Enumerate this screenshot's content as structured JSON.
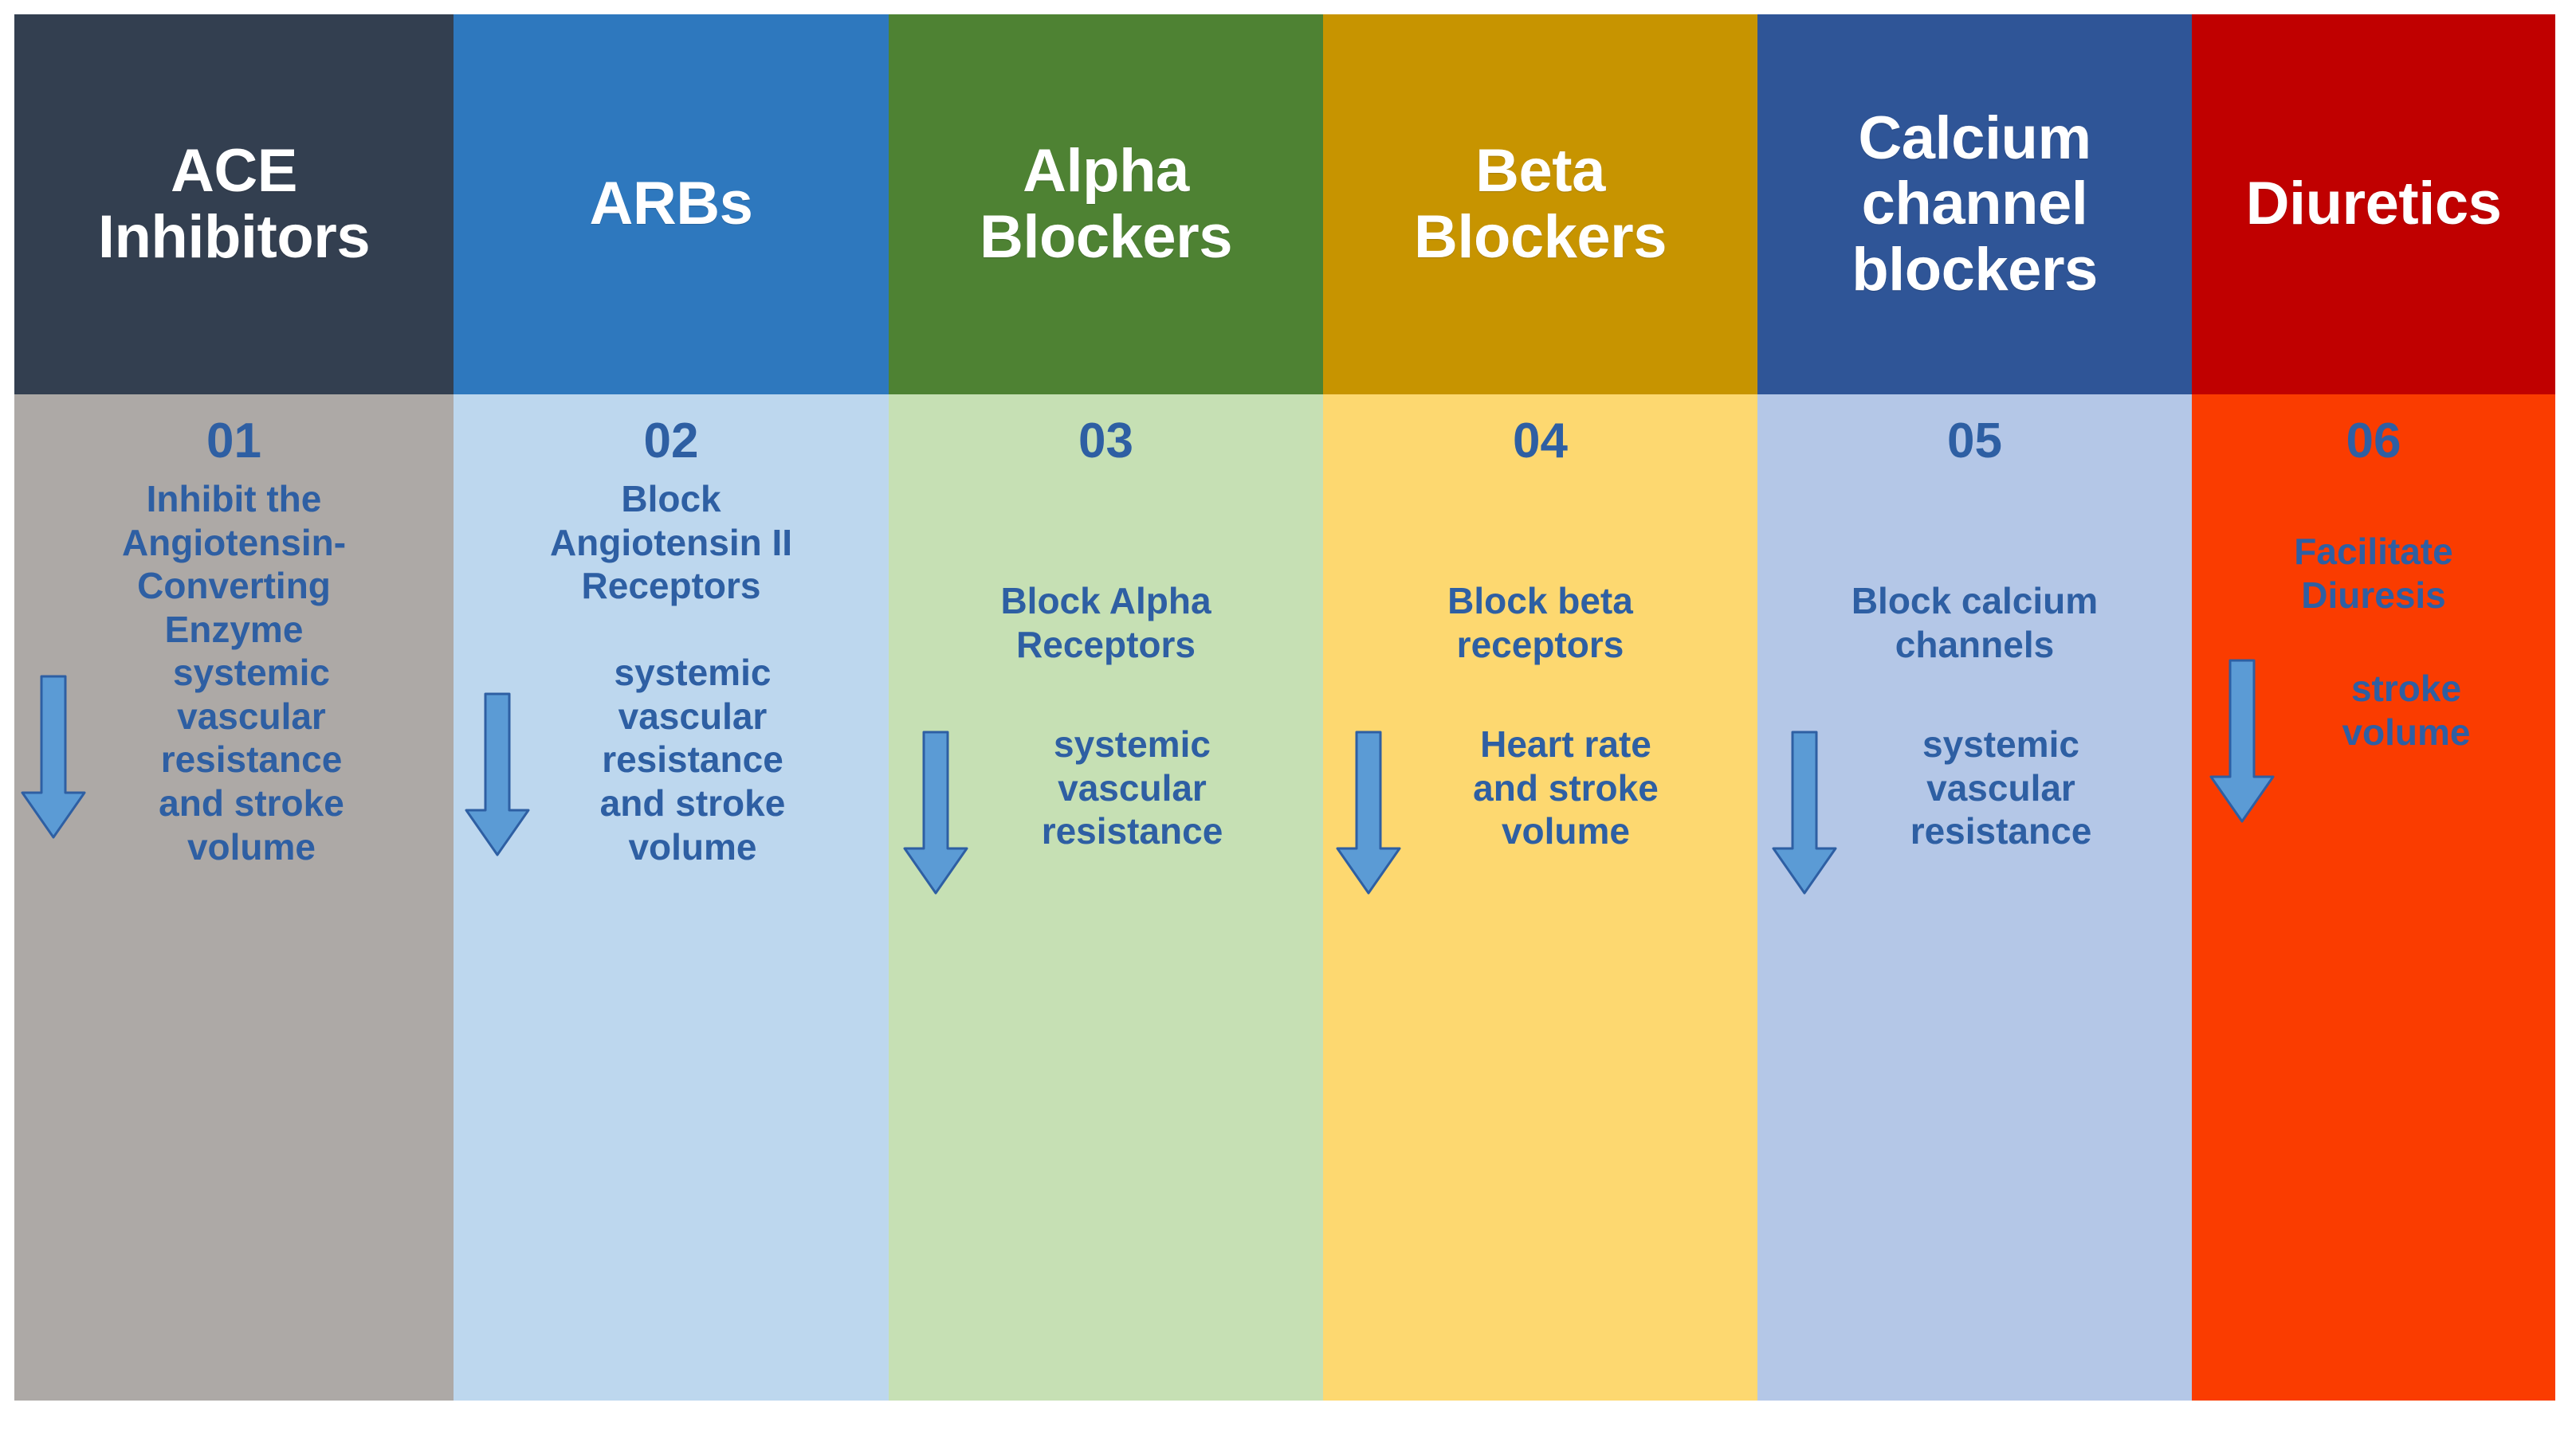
{
  "title": "Antihypertensive Drug Classes",
  "colors": {
    "text_blue": "#2E5FA3",
    "header_text": "#FFFFFF",
    "arrow_fill": "#5B9BD5",
    "arrow_stroke": "#2E5FA3",
    "page_background": "#FFFFFF"
  },
  "columns": [
    {
      "header": "ACE\nInhibitors",
      "header_bg": "#333F50",
      "body_bg": "#ADA9A6",
      "number": "01",
      "mechanism": "Inhibit the\nAngiotensin-\nConverting\nEnzyme",
      "effect": "systemic\nvascular\nresistance\nand stroke\nvolume",
      "arrow": "down-arrow"
    },
    {
      "header": "ARBs",
      "header_bg": "#2E78BE",
      "body_bg": "#BDD7EE",
      "number": "02",
      "mechanism": "Block\nAngiotensin II\nReceptors",
      "effect": "systemic\nvascular\nresistance\nand stroke\nvolume",
      "arrow": "down-arrow"
    },
    {
      "header": "Alpha\nBlockers",
      "header_bg": "#4E8233",
      "body_bg": "#C6E0B4",
      "number": "03",
      "mechanism": "Block Alpha\nReceptors",
      "effect": "systemic\nvascular\nresistance",
      "arrow": "down-arrow"
    },
    {
      "header": "Beta\nBlockers",
      "header_bg": "#C79400",
      "body_bg": "#FDD870",
      "number": "04",
      "mechanism": "Block beta\nreceptors",
      "effect": "Heart rate\nand stroke\nvolume",
      "arrow": "down-arrow"
    },
    {
      "header": "Calcium\nchannel\nblockers",
      "header_bg": "#2F5597",
      "body_bg": "#B4C7E7",
      "number": "05",
      "mechanism": "Block calcium\nchannels",
      "effect": "systemic\nvascular\nresistance",
      "arrow": "down-arrow"
    },
    {
      "header": "Diuretics",
      "header_bg": "#C00000",
      "body_bg": "#FA3C00",
      "number": "06",
      "mechanism": "Facilitate\nDiuresis",
      "effect": "stroke\nvolume",
      "arrow": "down-arrow"
    }
  ]
}
